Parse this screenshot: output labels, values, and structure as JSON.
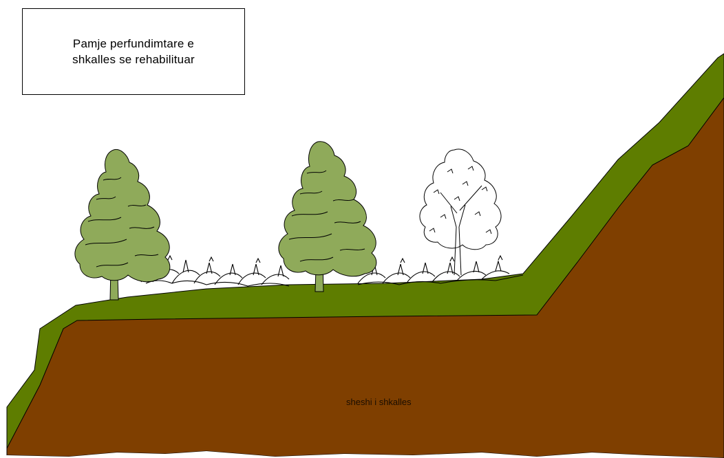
{
  "title": {
    "line1": "Pamje perfundimtare e",
    "line2": "shkalles se rehabilituar"
  },
  "label_site": "sheshi i shkalles",
  "colors": {
    "soil": "#7f3f00",
    "grass": "#5e7d00",
    "tree_foliage": "#8faa5a",
    "outline": "#000000",
    "background": "#ffffff"
  },
  "trees": [
    {
      "name": "green-tree-left",
      "style": "foliage"
    },
    {
      "name": "green-tree-center",
      "style": "foliage"
    },
    {
      "name": "outline-tree-right",
      "style": "outline"
    }
  ]
}
